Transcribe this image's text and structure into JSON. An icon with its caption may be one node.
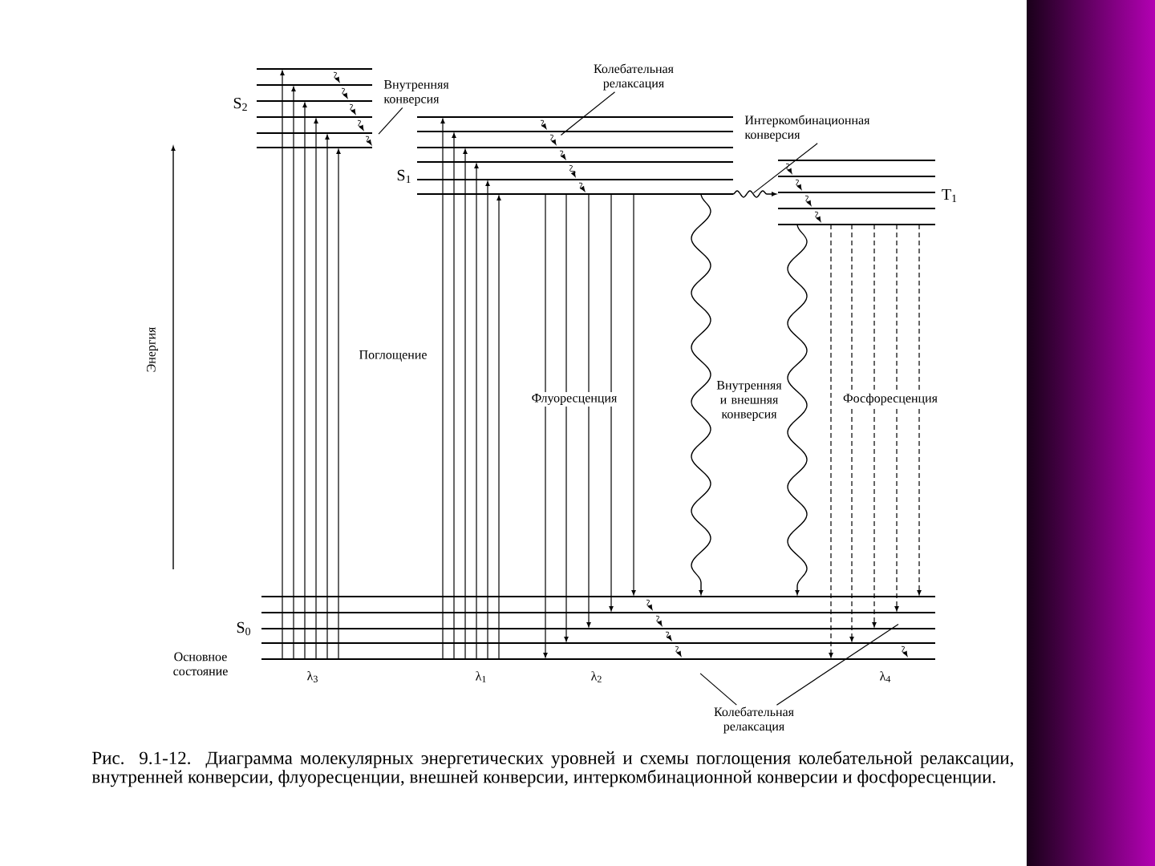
{
  "diagram": {
    "caption": "Рис. 9.1-12. Диаграмма молекулярных энергетических уровней и схемы поглощения колебательной релаксации, внутренней конверсии, флуоресценции, внешней конверсии, интеркомбинационной конверсии и фосфоресценции.",
    "nodes": [
      {
        "text": [
          "Внутренняя конверсия"
        ]
      },
      {
        "text": [
          "Колебательная релаксация"
        ]
      },
      {
        "text": [
          "Интеркомбинационная конверсия"
        ]
      },
      {
        "text": [
          "Колебательная релаксация"
        ]
      }
    ],
    "edges": [
      {
        "from": 0,
        "to": null,
        "arrow": "none"
      },
      {
        "from": 1,
        "to": null,
        "arrow": "none"
      },
      {
        "from": 2,
        "to": null,
        "arrow": "none"
      },
      {
        "from": 3,
        "to": null,
        "arrow": "none"
      },
      {
        "from": 3,
        "to": null,
        "arrow": "none"
      }
    ],
    "labels": [
      "S$_{2}$",
      "S$_{1}$",
      "T$_{1}$",
      "Энергия",
      "Поглощение",
      "Флуоресценция",
      "Внутренняя и внешняя конверсия",
      "Фосфоресценция",
      "S$_{0}$",
      "Основное состояние",
      "λ$_{3}$",
      "λ$_{1}$",
      "λ$_{2}$",
      "λ$_{4}$"
    ]
  }
}
